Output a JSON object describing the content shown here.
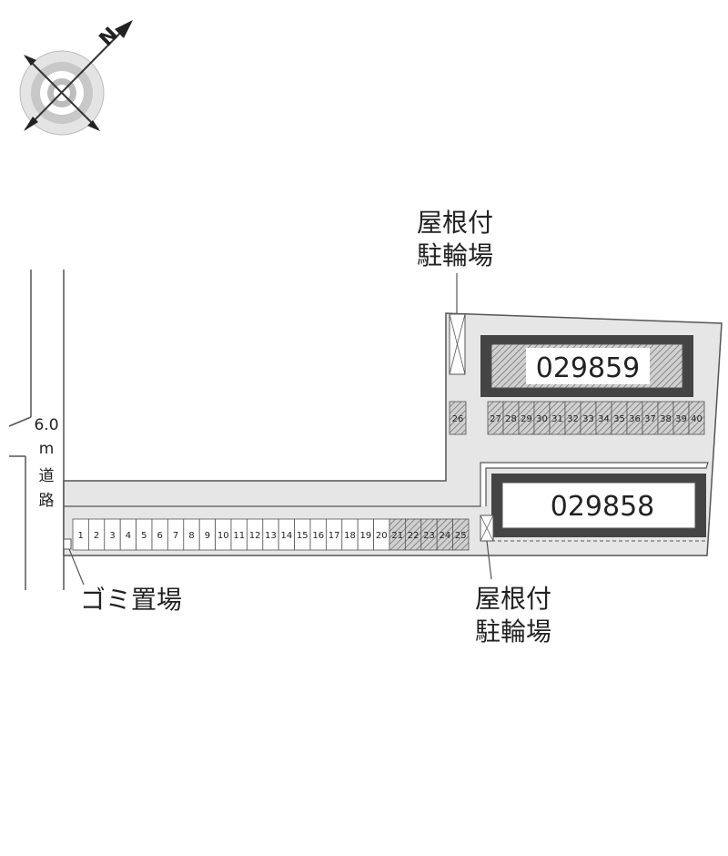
{
  "compass": {
    "north_letter": "N"
  },
  "road": {
    "width_value": "6.0",
    "width_unit": "m",
    "name_char1": "道",
    "name_char2": "路"
  },
  "labels": {
    "bike_top_line1": "屋根付",
    "bike_top_line2": "駐輪場",
    "bike_bottom_line1": "屋根付",
    "bike_bottom_line2": "駐輪場",
    "garbage": "ゴミ置場"
  },
  "buildings": {
    "upper_id": "029859",
    "lower_id": "029858"
  },
  "parking": {
    "bottom_row": [
      "1",
      "2",
      "3",
      "4",
      "5",
      "6",
      "7",
      "8",
      "9",
      "10",
      "11",
      "12",
      "13",
      "14",
      "15",
      "16",
      "17",
      "18",
      "19",
      "20",
      "21",
      "22",
      "23",
      "24",
      "25"
    ],
    "upper_row": [
      "26",
      "27",
      "28",
      "29",
      "30",
      "31",
      "32",
      "33",
      "34",
      "35",
      "36",
      "37",
      "38",
      "39",
      "40"
    ],
    "hatched_from": 21
  }
}
